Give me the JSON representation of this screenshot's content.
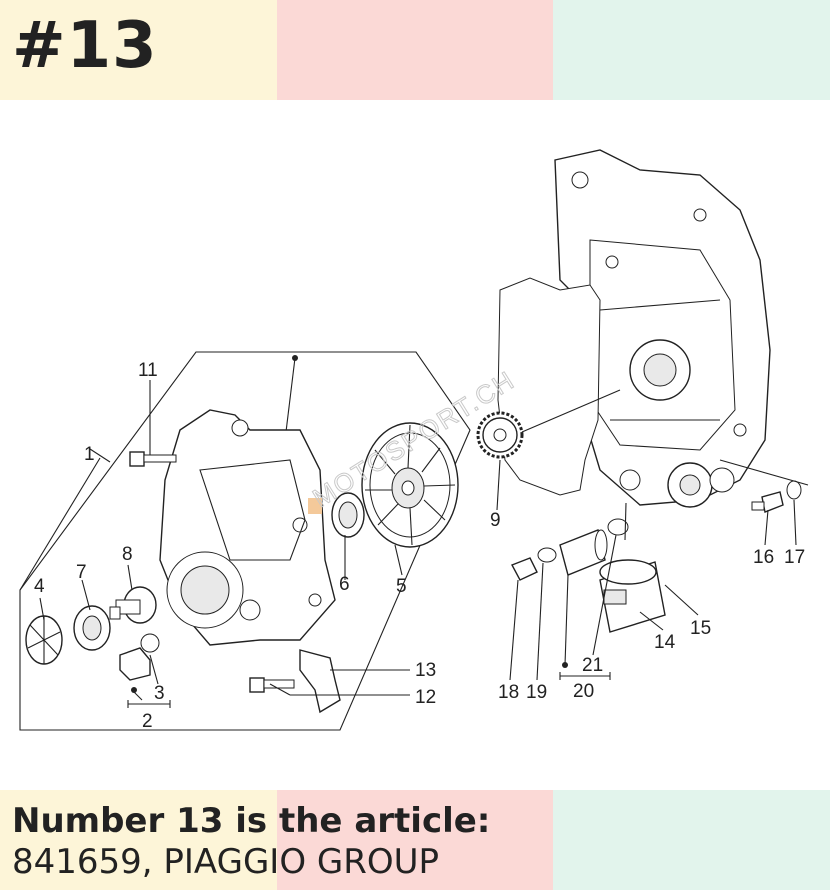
{
  "header": {
    "part_badge": "#13",
    "band_colors": [
      "#fdf5d8",
      "#fbd9d6",
      "#e2f4ec"
    ]
  },
  "footer": {
    "headline": "Number 13 is the article:",
    "article": "841659, PIAGGIO GROUP",
    "band_colors": [
      "#fdf5d8",
      "#fbd9d6",
      "#e2f4ec"
    ]
  },
  "diagram": {
    "watermark": "MOTOSPORT.CH",
    "callouts": [
      "1",
      "2",
      "3",
      "4",
      "5",
      "6",
      "7",
      "8",
      "9",
      "11",
      "12",
      "13",
      "14",
      "15",
      "16",
      "17",
      "18",
      "19",
      "20",
      "21"
    ]
  }
}
